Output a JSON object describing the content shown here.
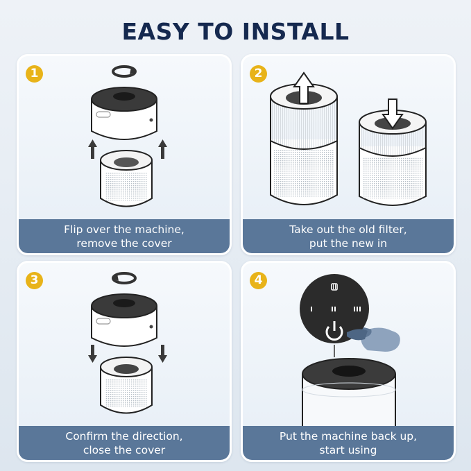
{
  "title": "EASY TO INSTALL",
  "colors": {
    "title": "#15294f",
    "badge": "#e8b319",
    "caption_bar": "#5a7799",
    "background": "#dde6ef",
    "panel_border": "#ffffff"
  },
  "steps": [
    {
      "number": "1",
      "caption_line1": "Flip over the machine,",
      "caption_line2": "remove the cover",
      "illustration": "purifier-lifted-off-filter-base-with-rotate-arrow"
    },
    {
      "number": "2",
      "caption_line1": "Take out the old filter,",
      "caption_line2": "put the new in",
      "illustration": "filter-out-up-arrow-and-filter-in-down-arrow"
    },
    {
      "number": "3",
      "caption_line1": "Confirm the direction,",
      "caption_line2": "close the cover",
      "illustration": "purifier-lowered-onto-filter-base-with-rotate-arrow"
    },
    {
      "number": "4",
      "caption_line1": "Put the machine back up,",
      "caption_line2": "start using",
      "illustration": "control-panel-closeup-finger-pressing-power",
      "control_panel": {
        "top_icon": "filter-reset-icon",
        "speed_labels": [
          "I",
          "II",
          "III"
        ],
        "power_icon": "power-icon"
      }
    }
  ]
}
